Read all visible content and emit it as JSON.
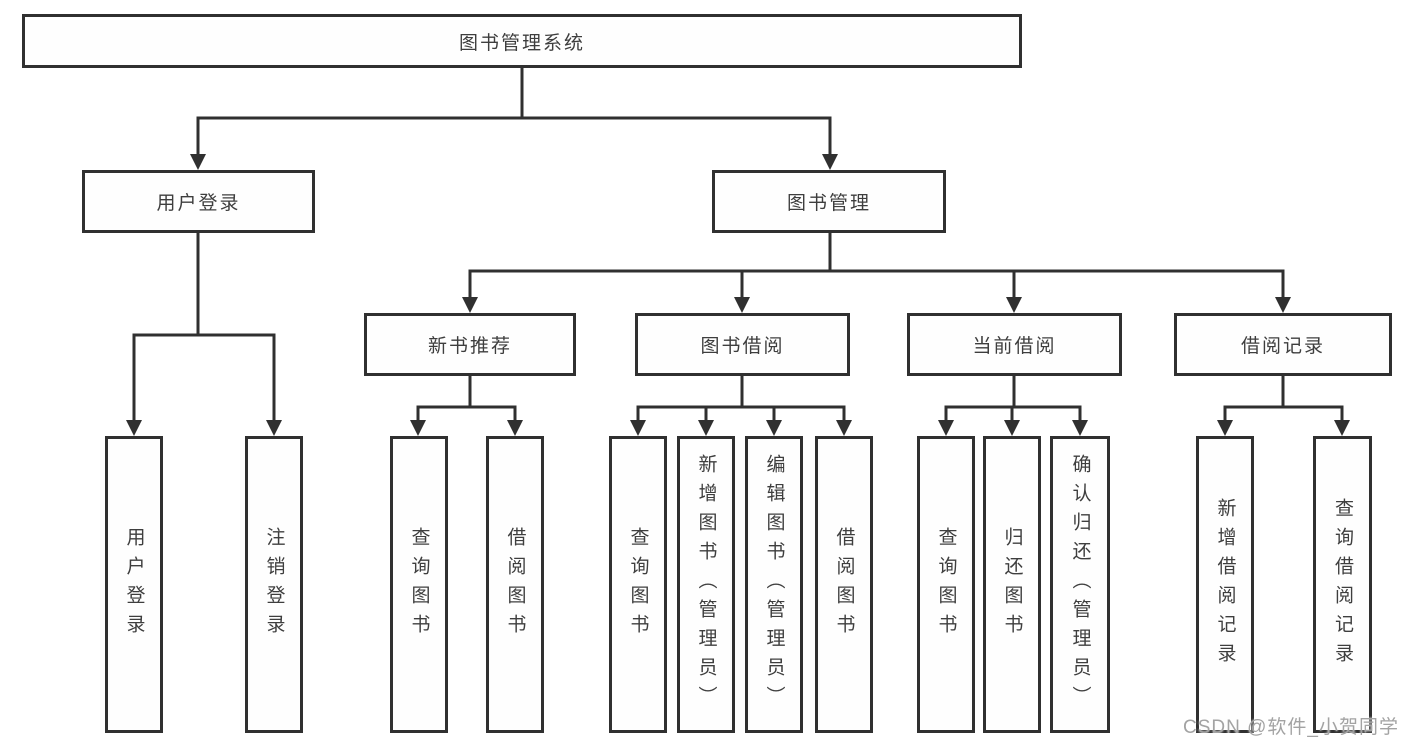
{
  "tree": {
    "root": {
      "label": "图书管理系统"
    },
    "level2": [
      {
        "label": "用户登录",
        "children": [
          {
            "label": "用户登录"
          },
          {
            "label": "注销登录"
          }
        ]
      },
      {
        "label": "图书管理",
        "children": [
          {
            "label": "新书推荐",
            "children": [
              {
                "label": "查询图书"
              },
              {
                "label": "借阅图书"
              }
            ]
          },
          {
            "label": "图书借阅",
            "children": [
              {
                "label": "查询图书"
              },
              {
                "label": "新增图书（管理员）"
              },
              {
                "label": "编辑图书（管理员）"
              },
              {
                "label": "借阅图书"
              }
            ]
          },
          {
            "label": "当前借阅",
            "children": [
              {
                "label": "查询图书"
              },
              {
                "label": "归还图书"
              },
              {
                "label": "确认归还（管理员）"
              }
            ]
          },
          {
            "label": "借阅记录",
            "children": [
              {
                "label": "新增借阅记录"
              },
              {
                "label": "查询借阅记录"
              }
            ]
          }
        ]
      }
    ]
  },
  "watermark": {
    "text": "CSDN @软件_小贺同学"
  },
  "colors": {
    "line": "#303030",
    "box_border": "#303030",
    "text": "#3e3e3e",
    "watermark": "#a3a3a3",
    "background": "#ffffff"
  }
}
